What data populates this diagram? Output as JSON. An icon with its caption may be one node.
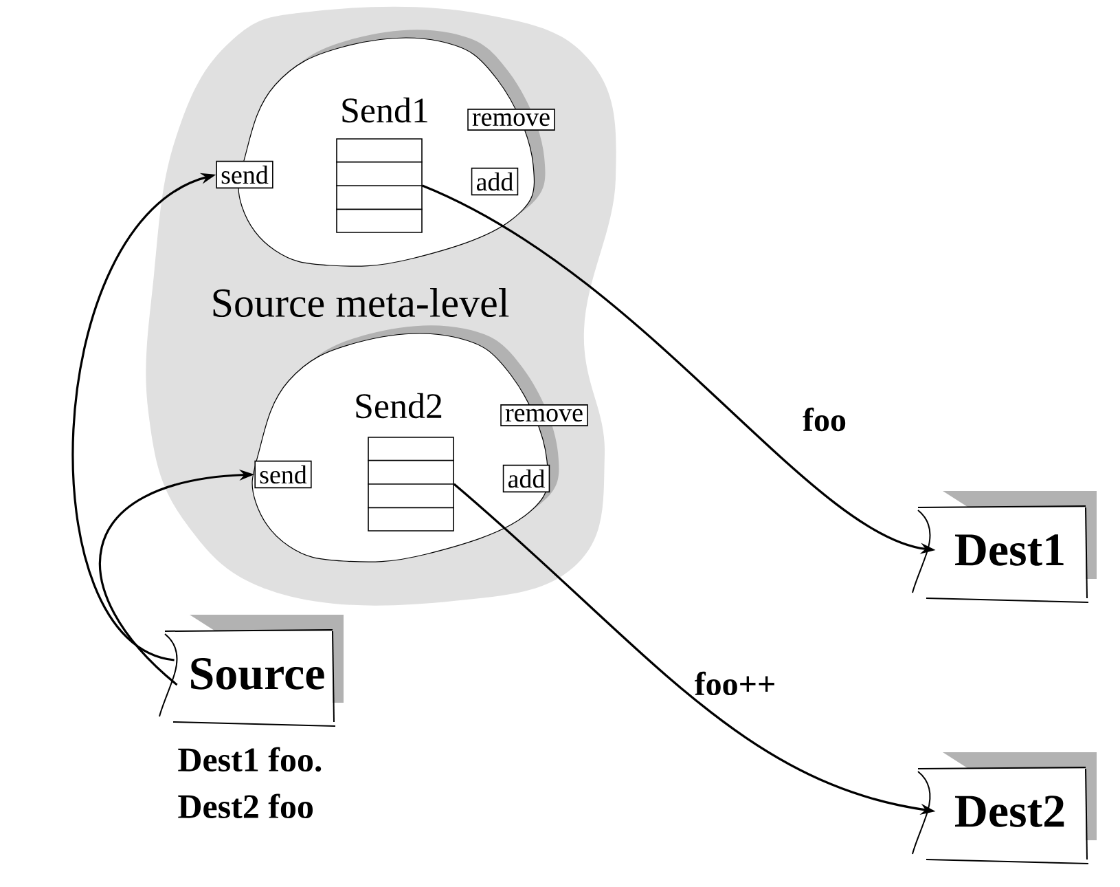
{
  "diagram": {
    "nodes": [
      {
        "text": [
          "Source meta-level"
        ]
      },
      {
        "text": [
          "Send1"
        ],
        "in": 0
      },
      {
        "text": [
          "send"
        ],
        "in": 0
      },
      {
        "text": [],
        "shape": "box",
        "in": 1
      },
      {
        "text": [
          "remove"
        ],
        "in": 0
      },
      {
        "text": [
          "add"
        ],
        "in": 1
      },
      {
        "text": [
          "Send2"
        ],
        "in": 0
      },
      {
        "text": [
          "send"
        ],
        "in": 0
      },
      {
        "text": [],
        "shape": "box",
        "in": 6
      },
      {
        "text": [
          "remove"
        ],
        "in": 0
      },
      {
        "text": [
          "add"
        ],
        "in": 6
      },
      {
        "text": [
          "Source"
        ],
        "beside": [
          "Dest1 foo.",
          "Dest2 foo"
        ]
      },
      {
        "text": [
          "Dest1"
        ]
      },
      {
        "text": [
          "Dest2"
        ]
      }
    ],
    "edges": [
      {
        "from": 11,
        "to": 2,
        "arrow": "to"
      },
      {
        "from": 11,
        "to": 7,
        "arrow": "to"
      },
      {
        "from": 3,
        "to": 12,
        "arrow": "to",
        "label": "foo"
      },
      {
        "from": 8,
        "to": 13,
        "arrow": "to",
        "label": "foo++"
      }
    ]
  }
}
